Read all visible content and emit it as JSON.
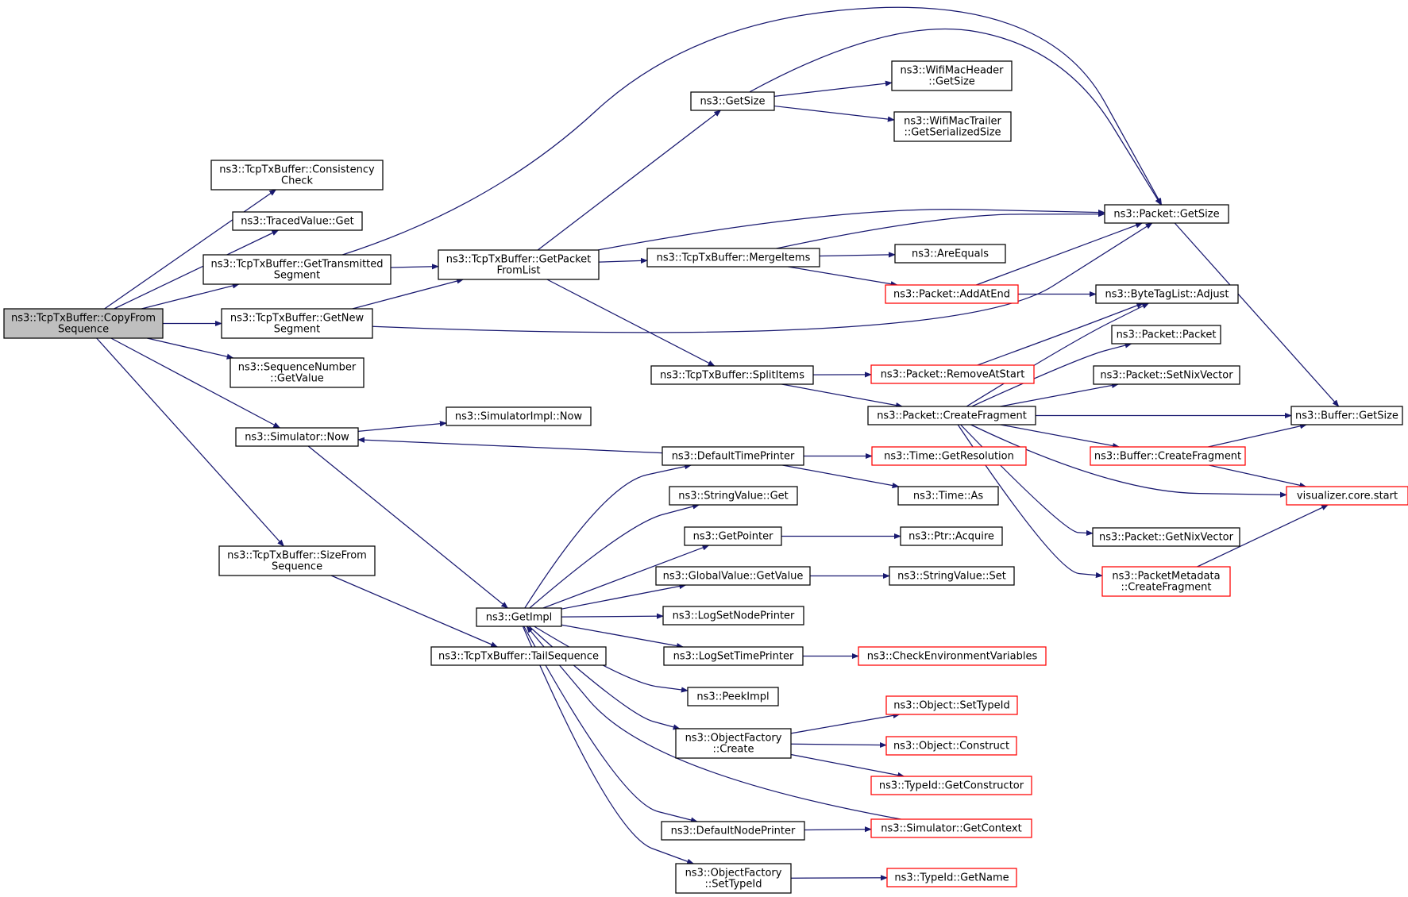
{
  "colors": {
    "edge": "#191970",
    "node_border_normal": "#000000",
    "node_border_truncated": "#ff0000",
    "node_fill_root": "#bfbfbf",
    "node_fill_normal": "#ffffff"
  },
  "nodes": [
    {
      "id": "root",
      "lines": [
        "ns3::TcpTxBuffer::CopyFrom",
        "Sequence"
      ],
      "root": true
    },
    {
      "id": "consistency",
      "lines": [
        "ns3::TcpTxBuffer::Consistency",
        "Check"
      ]
    },
    {
      "id": "tracedget",
      "lines": [
        "ns3::TracedValue::Get"
      ]
    },
    {
      "id": "gettransmitted",
      "lines": [
        "ns3::TcpTxBuffer::GetTransmitted",
        "Segment"
      ]
    },
    {
      "id": "getnew",
      "lines": [
        "ns3::TcpTxBuffer::GetNew",
        "Segment"
      ]
    },
    {
      "id": "seqgetvalue",
      "lines": [
        "ns3::SequenceNumber",
        "::GetValue"
      ]
    },
    {
      "id": "simnow",
      "lines": [
        "ns3::Simulator::Now"
      ]
    },
    {
      "id": "sizefrom",
      "lines": [
        "ns3::TcpTxBuffer::SizeFrom",
        "Sequence"
      ]
    },
    {
      "id": "tailseq",
      "lines": [
        "ns3::TcpTxBuffer::TailSequence"
      ]
    },
    {
      "id": "getpacketfromlist",
      "lines": [
        "ns3::TcpTxBuffer::GetPacket",
        "FromList"
      ]
    },
    {
      "id": "simimplnow",
      "lines": [
        "ns3::SimulatorImpl::Now"
      ]
    },
    {
      "id": "getimpl",
      "lines": [
        "ns3::GetImpl"
      ]
    },
    {
      "id": "getsize",
      "lines": [
        "ns3::GetSize"
      ]
    },
    {
      "id": "mergeitems",
      "lines": [
        "ns3::TcpTxBuffer::MergeItems"
      ]
    },
    {
      "id": "splititems",
      "lines": [
        "ns3::TcpTxBuffer::SplitItems"
      ]
    },
    {
      "id": "defaulttimeprinter",
      "lines": [
        "ns3::DefaultTimePrinter"
      ]
    },
    {
      "id": "stringvalueget",
      "lines": [
        "ns3::StringValue::Get"
      ]
    },
    {
      "id": "getpointer",
      "lines": [
        "ns3::GetPointer"
      ]
    },
    {
      "id": "globalgetvalue",
      "lines": [
        "ns3::GlobalValue::GetValue"
      ]
    },
    {
      "id": "logsetnodeprinter",
      "lines": [
        "ns3::LogSetNodePrinter"
      ]
    },
    {
      "id": "logsettimeprinter",
      "lines": [
        "ns3::LogSetTimePrinter"
      ]
    },
    {
      "id": "peekimpl",
      "lines": [
        "ns3::PeekImpl"
      ]
    },
    {
      "id": "ofcreate",
      "lines": [
        "ns3::ObjectFactory",
        "::Create"
      ]
    },
    {
      "id": "defaultnodeprinter",
      "lines": [
        "ns3::DefaultNodePrinter"
      ]
    },
    {
      "id": "ofsettypeid",
      "lines": [
        "ns3::ObjectFactory",
        "::SetTypeId"
      ]
    },
    {
      "id": "wifimacheader",
      "lines": [
        "ns3::WifiMacHeader",
        "::GetSize"
      ]
    },
    {
      "id": "wifimactrailer",
      "lines": [
        "ns3::WifiMacTrailer",
        "::GetSerializedSize"
      ]
    },
    {
      "id": "areequals",
      "lines": [
        "ns3::AreEquals"
      ]
    },
    {
      "id": "addatend",
      "lines": [
        "ns3::Packet::AddAtEnd"
      ],
      "truncated": true
    },
    {
      "id": "removeatstart",
      "lines": [
        "ns3::Packet::RemoveAtStart"
      ],
      "truncated": true
    },
    {
      "id": "createfragment",
      "lines": [
        "ns3::Packet::CreateFragment"
      ]
    },
    {
      "id": "timegetres",
      "lines": [
        "ns3::Time::GetResolution"
      ],
      "truncated": true
    },
    {
      "id": "timeas",
      "lines": [
        "ns3::Time::As"
      ]
    },
    {
      "id": "ptracquire",
      "lines": [
        "ns3::Ptr::Acquire"
      ]
    },
    {
      "id": "stringvalueset",
      "lines": [
        "ns3::StringValue::Set"
      ]
    },
    {
      "id": "checkenv",
      "lines": [
        "ns3::CheckEnvironmentVariables"
      ],
      "truncated": true
    },
    {
      "id": "objsettypeid",
      "lines": [
        "ns3::Object::SetTypeId"
      ],
      "truncated": true
    },
    {
      "id": "objconstruct",
      "lines": [
        "ns3::Object::Construct"
      ],
      "truncated": true
    },
    {
      "id": "typeidgetctor",
      "lines": [
        "ns3::TypeId::GetConstructor"
      ],
      "truncated": true
    },
    {
      "id": "simgetcontext",
      "lines": [
        "ns3::Simulator::GetContext"
      ],
      "truncated": true
    },
    {
      "id": "typeidgetname",
      "lines": [
        "ns3::TypeId::GetName"
      ],
      "truncated": true
    },
    {
      "id": "packetgetsize",
      "lines": [
        "ns3::Packet::GetSize"
      ]
    },
    {
      "id": "bytetagadjust",
      "lines": [
        "ns3::ByteTagList::Adjust"
      ]
    },
    {
      "id": "packetpacket",
      "lines": [
        "ns3::Packet::Packet"
      ]
    },
    {
      "id": "setnixvector",
      "lines": [
        "ns3::Packet::SetNixVector"
      ]
    },
    {
      "id": "buffercreatefragment",
      "lines": [
        "ns3::Buffer::CreateFragment"
      ],
      "truncated": true
    },
    {
      "id": "getnixvector",
      "lines": [
        "ns3::Packet::GetNixVector"
      ]
    },
    {
      "id": "pmcreatefragment",
      "lines": [
        "ns3::PacketMetadata",
        "::CreateFragment"
      ],
      "truncated": true
    },
    {
      "id": "buffergetsize",
      "lines": [
        "ns3::Buffer::GetSize"
      ]
    },
    {
      "id": "vizstart",
      "lines": [
        "visualizer.core.start"
      ],
      "truncated": true
    }
  ],
  "edges": [
    [
      "root",
      "consistency"
    ],
    [
      "root",
      "tracedget"
    ],
    [
      "root",
      "gettransmitted"
    ],
    [
      "root",
      "getnew"
    ],
    [
      "root",
      "seqgetvalue"
    ],
    [
      "root",
      "simnow"
    ],
    [
      "root",
      "sizefrom"
    ],
    [
      "gettransmitted",
      "getpacketfromlist"
    ],
    [
      "gettransmitted",
      "packetgetsize"
    ],
    [
      "getnew",
      "getpacketfromlist"
    ],
    [
      "getnew",
      "packetgetsize"
    ],
    [
      "simnow",
      "simimplnow"
    ],
    [
      "simnow",
      "getimpl"
    ],
    [
      "sizefrom",
      "tailseq"
    ],
    [
      "getpacketfromlist",
      "getsize"
    ],
    [
      "getpacketfromlist",
      "packetgetsize"
    ],
    [
      "getpacketfromlist",
      "mergeitems"
    ],
    [
      "getpacketfromlist",
      "splititems"
    ],
    [
      "getsize",
      "packetgetsize"
    ],
    [
      "getsize",
      "wifimacheader"
    ],
    [
      "getsize",
      "wifimactrailer"
    ],
    [
      "mergeitems",
      "packetgetsize"
    ],
    [
      "mergeitems",
      "areequals"
    ],
    [
      "mergeitems",
      "addatend"
    ],
    [
      "addatend",
      "packetgetsize"
    ],
    [
      "addatend",
      "bytetagadjust"
    ],
    [
      "splititems",
      "removeatstart"
    ],
    [
      "splititems",
      "createfragment"
    ],
    [
      "removeatstart",
      "bytetagadjust"
    ],
    [
      "createfragment",
      "bytetagadjust"
    ],
    [
      "createfragment",
      "packetpacket"
    ],
    [
      "createfragment",
      "setnixvector"
    ],
    [
      "createfragment",
      "buffergetsize"
    ],
    [
      "createfragment",
      "buffercreatefragment"
    ],
    [
      "createfragment",
      "vizstart"
    ],
    [
      "createfragment",
      "getnixvector"
    ],
    [
      "createfragment",
      "pmcreatefragment"
    ],
    [
      "packetgetsize",
      "buffergetsize"
    ],
    [
      "buffercreatefragment",
      "buffergetsize"
    ],
    [
      "buffercreatefragment",
      "vizstart"
    ],
    [
      "pmcreatefragment",
      "vizstart"
    ],
    [
      "defaulttimeprinter",
      "simnow"
    ],
    [
      "defaulttimeprinter",
      "timegetres"
    ],
    [
      "defaulttimeprinter",
      "timeas"
    ],
    [
      "getimpl",
      "defaulttimeprinter"
    ],
    [
      "getimpl",
      "stringvalueget"
    ],
    [
      "getimpl",
      "getpointer"
    ],
    [
      "getimpl",
      "globalgetvalue"
    ],
    [
      "getimpl",
      "logsetnodeprinter"
    ],
    [
      "getimpl",
      "logsettimeprinter"
    ],
    [
      "getimpl",
      "peekimpl"
    ],
    [
      "getimpl",
      "ofcreate"
    ],
    [
      "getimpl",
      "defaultnodeprinter"
    ],
    [
      "getimpl",
      "ofsettypeid"
    ],
    [
      "getpointer",
      "ptracquire"
    ],
    [
      "globalgetvalue",
      "stringvalueset"
    ],
    [
      "logsettimeprinter",
      "checkenv"
    ],
    [
      "ofcreate",
      "objsettypeid"
    ],
    [
      "ofcreate",
      "objconstruct"
    ],
    [
      "ofcreate",
      "typeidgetctor"
    ],
    [
      "defaultnodeprinter",
      "simgetcontext"
    ],
    [
      "simgetcontext",
      "getimpl"
    ],
    [
      "ofsettypeid",
      "typeidgetname"
    ]
  ]
}
